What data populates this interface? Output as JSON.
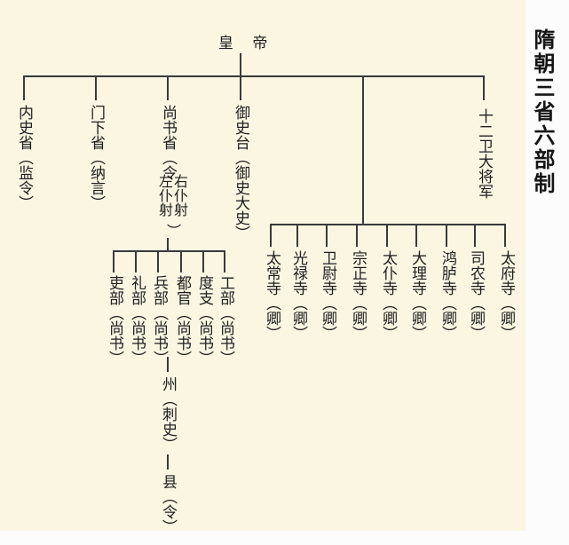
{
  "title": "隋朝三省六部制",
  "root": {
    "label": "皇 帝"
  },
  "top_level": [
    {
      "id": "neishi",
      "label": "内史省（监令）"
    },
    {
      "id": "menxia",
      "label": "门下省（纳言）"
    },
    {
      "id": "shangshu",
      "label": "尚书省（令",
      "sub_right": "右仆射",
      "sub_left": "左仆射",
      "close": "）"
    },
    {
      "id": "yushi",
      "label": "御史台（御史大史）"
    },
    {
      "id": "shierwei",
      "label": "十二卫大将军"
    }
  ],
  "six_ministries": [
    {
      "label": "吏部（尚书）"
    },
    {
      "label": "礼部（尚书）"
    },
    {
      "label": "兵部（尚书）"
    },
    {
      "label": "都官（尚书）"
    },
    {
      "label": "度支（尚书）"
    },
    {
      "label": "工部（尚书）"
    }
  ],
  "local": [
    {
      "label": "州（刺史）"
    },
    {
      "label": "县（令）"
    }
  ],
  "nine_temples": [
    {
      "label": "太常寺（卿）"
    },
    {
      "label": "光禄寺（卿）"
    },
    {
      "label": "卫尉寺（卿）"
    },
    {
      "label": "宗正寺（卿）"
    },
    {
      "label": "太仆寺（卿）"
    },
    {
      "label": "大理寺（卿）"
    },
    {
      "label": "鸿胪寺（卿）"
    },
    {
      "label": "司农寺（卿）"
    },
    {
      "label": "太府寺（卿）"
    }
  ],
  "colors": {
    "paper": "#fbf6e2",
    "line": "#3a3a3a",
    "text": "#1e1e1e"
  }
}
